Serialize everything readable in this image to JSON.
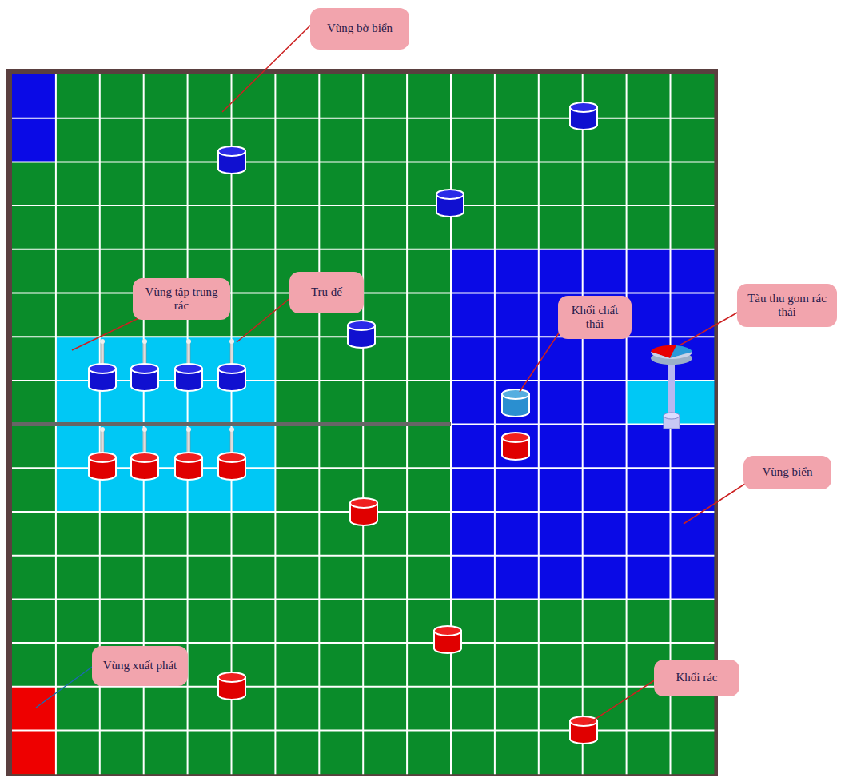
{
  "diagram": {
    "nodes": [
      {
        "text": [
          "Vùng bờ biển"
        ]
      },
      {
        "text": [
          "Vùng tập trung rác"
        ]
      },
      {
        "text": [
          "Trụ đế"
        ]
      },
      {
        "text": [
          "Khối chất thải"
        ]
      },
      {
        "text": [
          "Tàu thu gom rác thải"
        ]
      },
      {
        "text": [
          "Vùng biển"
        ]
      },
      {
        "text": [
          "Vùng xuất phát"
        ]
      },
      {
        "text": [
          "Khối rác"
        ]
      }
    ]
  }
}
